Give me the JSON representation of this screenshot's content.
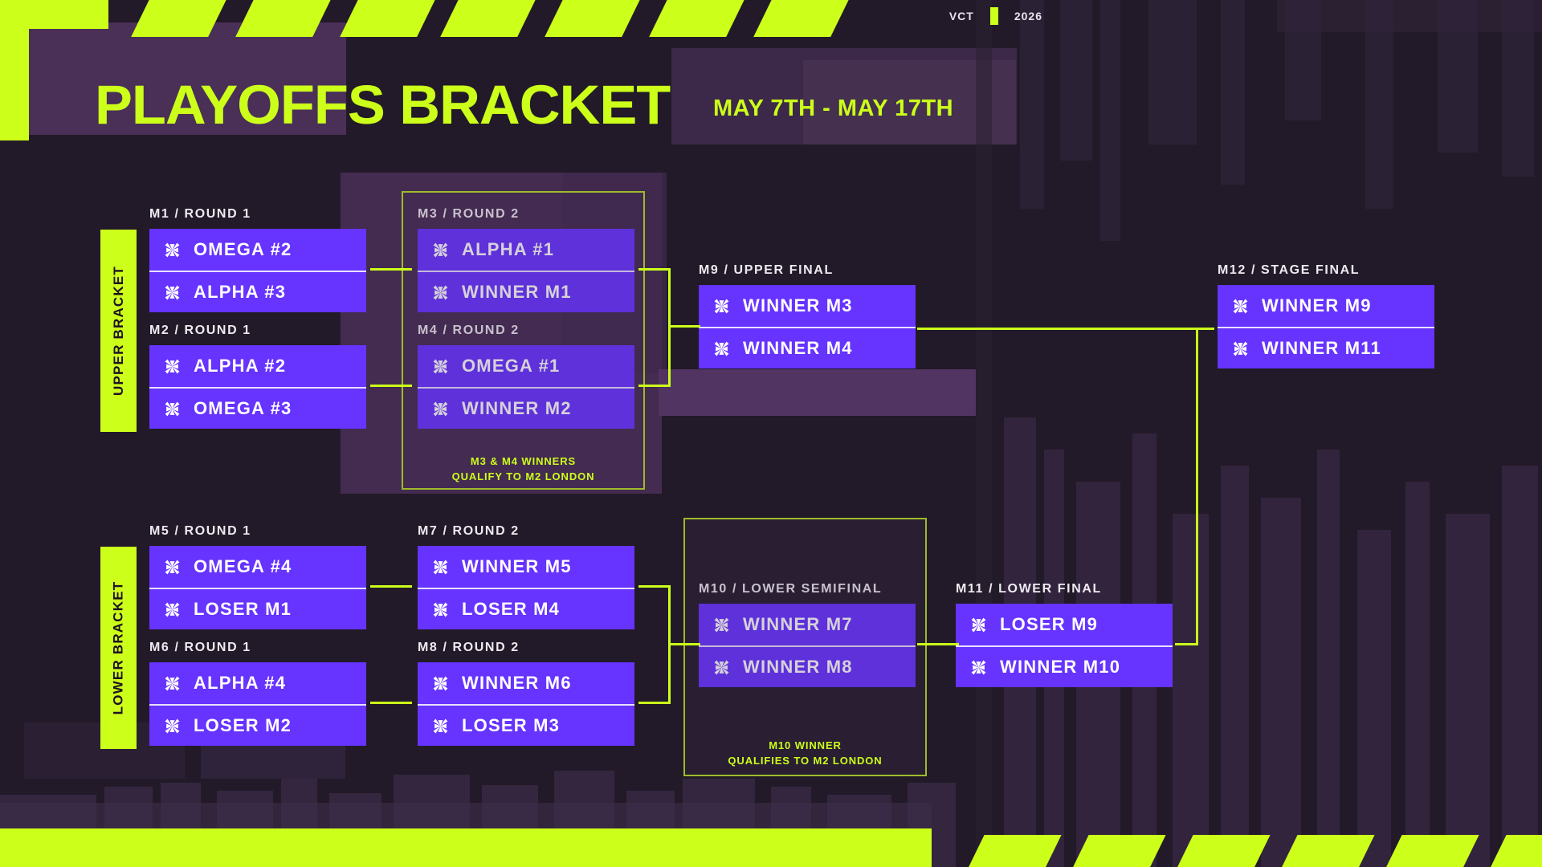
{
  "header": {
    "title": "PLAYOFFS BRACKET",
    "subtitle": "MAY 7TH - MAY 17TH",
    "brand_word": "VCT",
    "brand_year": "2026"
  },
  "colors": {
    "lime": "#CCFF1A",
    "purple": "#6633FF",
    "background": "#221A28",
    "panel_purple": "#4A2F57",
    "text_white": "#FFFFFF"
  },
  "sections": {
    "upper_label": "UPPER BRACKET",
    "lower_label": "LOWER BRACKET"
  },
  "qualify_notes": {
    "upper": "M3 & M4 WINNERS\nQUALIFY TO M2 LONDON",
    "upper_line1": "M3 & M4 WINNERS",
    "upper_line2": "QUALIFY TO M2 LONDON",
    "lower_line1": "M10 WINNER",
    "lower_line2": "QUALIFIES TO M2 LONDON"
  },
  "matches": [
    {
      "id": "m1",
      "label": "M1 / ROUND 1",
      "teams": [
        "OMEGA #2",
        "ALPHA #3"
      ]
    },
    {
      "id": "m2",
      "label": "M2 / ROUND 1",
      "teams": [
        "ALPHA #2",
        "OMEGA #3"
      ]
    },
    {
      "id": "m3",
      "label": "M3 / ROUND 2",
      "teams": [
        "ALPHA #1",
        "WINNER M1"
      ]
    },
    {
      "id": "m4",
      "label": "M4 / ROUND 2",
      "teams": [
        "OMEGA #1",
        "WINNER M2"
      ]
    },
    {
      "id": "m9",
      "label": "M9 / UPPER FINAL",
      "teams": [
        "WINNER M3",
        "WINNER M4"
      ]
    },
    {
      "id": "m12",
      "label": "M12 / STAGE FINAL",
      "teams": [
        "WINNER M9",
        "WINNER M11"
      ]
    },
    {
      "id": "m5",
      "label": "M5 / ROUND 1",
      "teams": [
        "OMEGA #4",
        "LOSER M1"
      ]
    },
    {
      "id": "m6",
      "label": "M6 / ROUND 1",
      "teams": [
        "ALPHA #4",
        "LOSER M2"
      ]
    },
    {
      "id": "m7",
      "label": "M7 / ROUND 2",
      "teams": [
        "WINNER M5",
        "LOSER M4"
      ]
    },
    {
      "id": "m8",
      "label": "M8 / ROUND 2",
      "teams": [
        "WINNER M6",
        "LOSER M3"
      ]
    },
    {
      "id": "m10",
      "label": "M10 / LOWER SEMIFINAL",
      "teams": [
        "WINNER M7",
        "WINNER M8"
      ]
    },
    {
      "id": "m11",
      "label": "M11 / LOWER FINAL",
      "teams": [
        "LOSER M9",
        "WINNER M10"
      ]
    }
  ],
  "icons": {
    "team": "pinwheel-icon"
  }
}
